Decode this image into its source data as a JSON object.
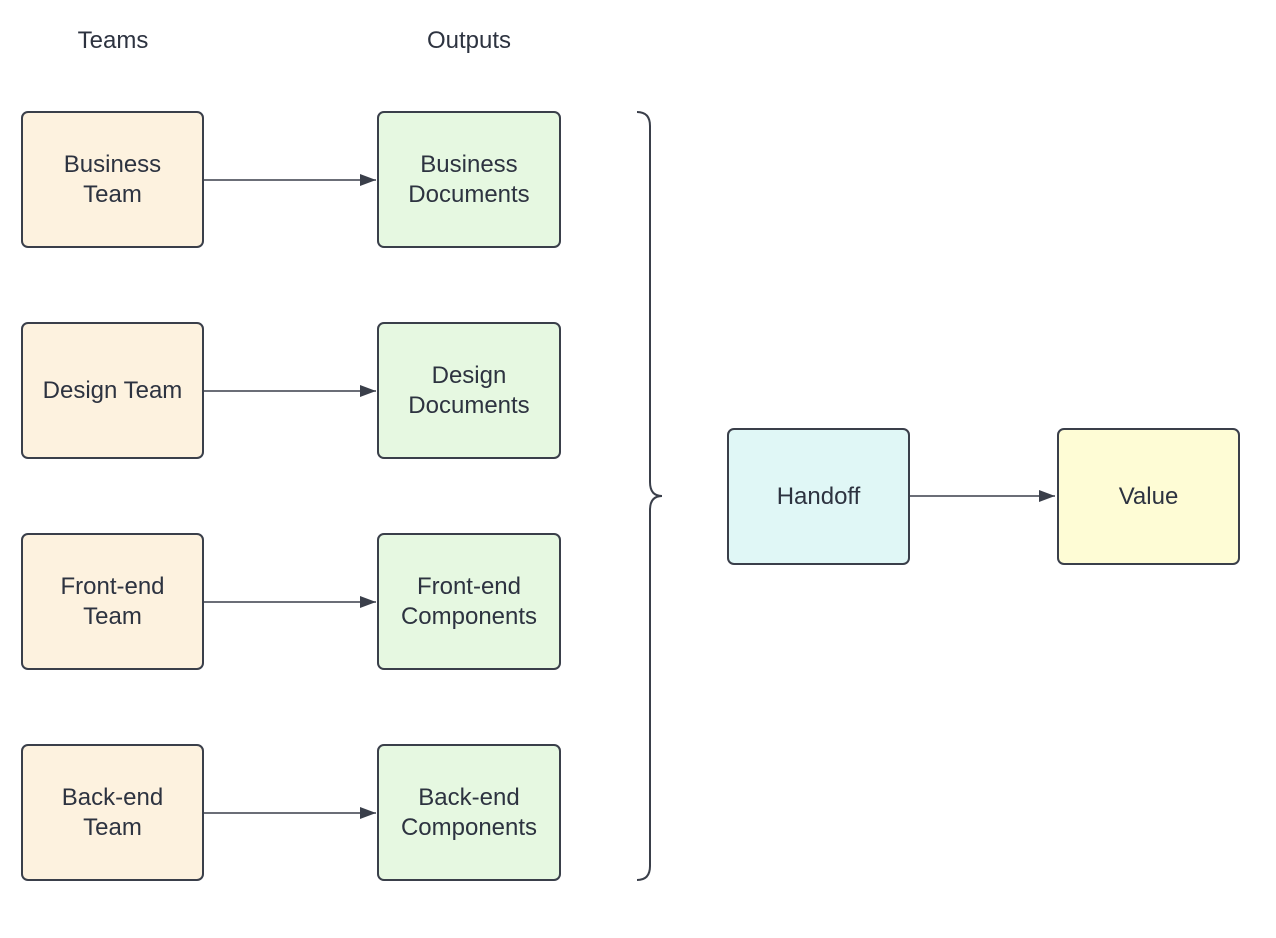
{
  "headers": {
    "teams": "Teams",
    "outputs": "Outputs"
  },
  "teams": [
    {
      "label": "Business\nTeam"
    },
    {
      "label": "Design Team"
    },
    {
      "label": "Front-end\nTeam"
    },
    {
      "label": "Back-end\nTeam"
    }
  ],
  "outputs": [
    {
      "label": "Business\nDocuments"
    },
    {
      "label": "Design\nDocuments"
    },
    {
      "label": "Front-end\nComponents"
    },
    {
      "label": "Back-end\nComponents"
    }
  ],
  "handoff": {
    "label": "Handoff"
  },
  "value": {
    "label": "Value"
  },
  "colors": {
    "team_fill": "#fdf2df",
    "output_fill": "#e6f8e1",
    "handoff_fill": "#e0f7f6",
    "value_fill": "#fefcd5",
    "stroke": "#3a3f4a"
  }
}
